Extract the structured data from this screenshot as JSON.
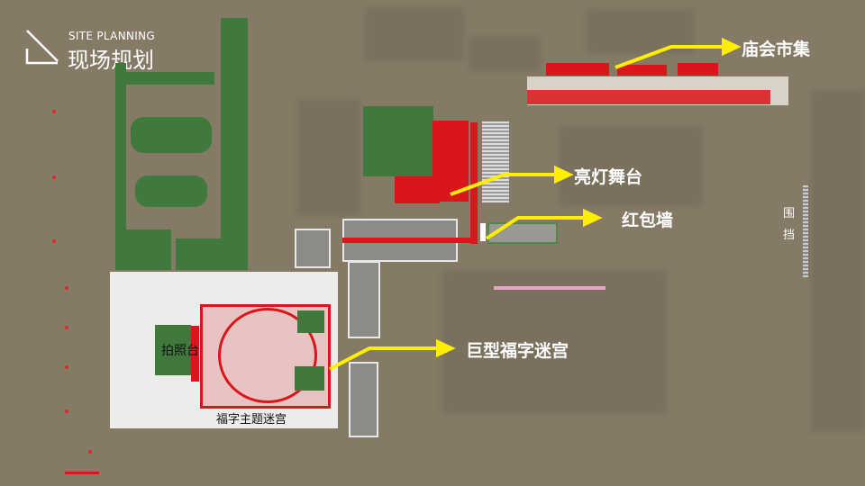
{
  "header": {
    "subtitle": "SITE PLANNING",
    "title": "现场规划",
    "icon": "arrow-down-right-icon"
  },
  "map": {
    "labels": {
      "temple_fair": "庙会市集",
      "light_stage": "亮灯舞台",
      "red_envelope_wall": "红包墙",
      "hoarding": "围挡",
      "giant_fu_maze": "巨型福字迷宫",
      "photo_booth": "拍照台",
      "fu_theme_maze": "福字主题迷宫"
    },
    "colors": {
      "callout_arrow": "#ffee00",
      "accent_red": "#d9161b",
      "lawn": "#3f7a3c"
    }
  }
}
